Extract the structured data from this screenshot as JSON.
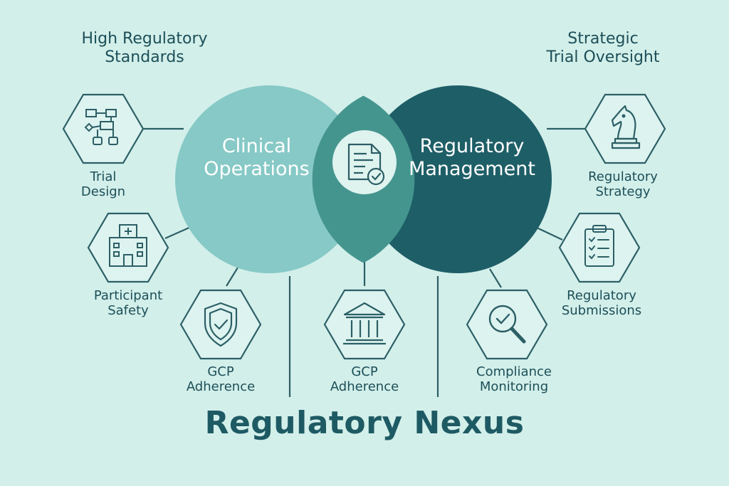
{
  "headings": {
    "left": "High Regulatory\nStandards",
    "right": "Strategic\nTrial Oversight"
  },
  "circles": {
    "left": {
      "label": "Clinical\nOperations",
      "color": "#86c9c6"
    },
    "right": {
      "label": "Regulatory\nManagement",
      "color": "#1e5e67"
    },
    "center_icon": "document-check-icon"
  },
  "nodes": [
    {
      "label": "Trial\nDesign",
      "icon": "flowchart-icon"
    },
    {
      "label": "Participant\nSafety",
      "icon": "hospital-icon"
    },
    {
      "label": "GCP\nAdherence",
      "icon": "shield-check-icon"
    },
    {
      "label": "GCP\nAdherence",
      "icon": "courthouse-icon"
    },
    {
      "label": "Compliance\nMonitoring",
      "icon": "magnifier-check-icon"
    },
    {
      "label": "Regulatory\nSubmissions",
      "icon": "clipboard-checklist-icon"
    },
    {
      "label": "Regulatory\nStrategy",
      "icon": "chess-knight-icon"
    }
  ],
  "title": "Regulatory Nexus",
  "colors": {
    "background": "#d3efea",
    "stroke": "#2c5f66",
    "hex_fill": "#ddf3ef",
    "text": "#1c4f58"
  }
}
